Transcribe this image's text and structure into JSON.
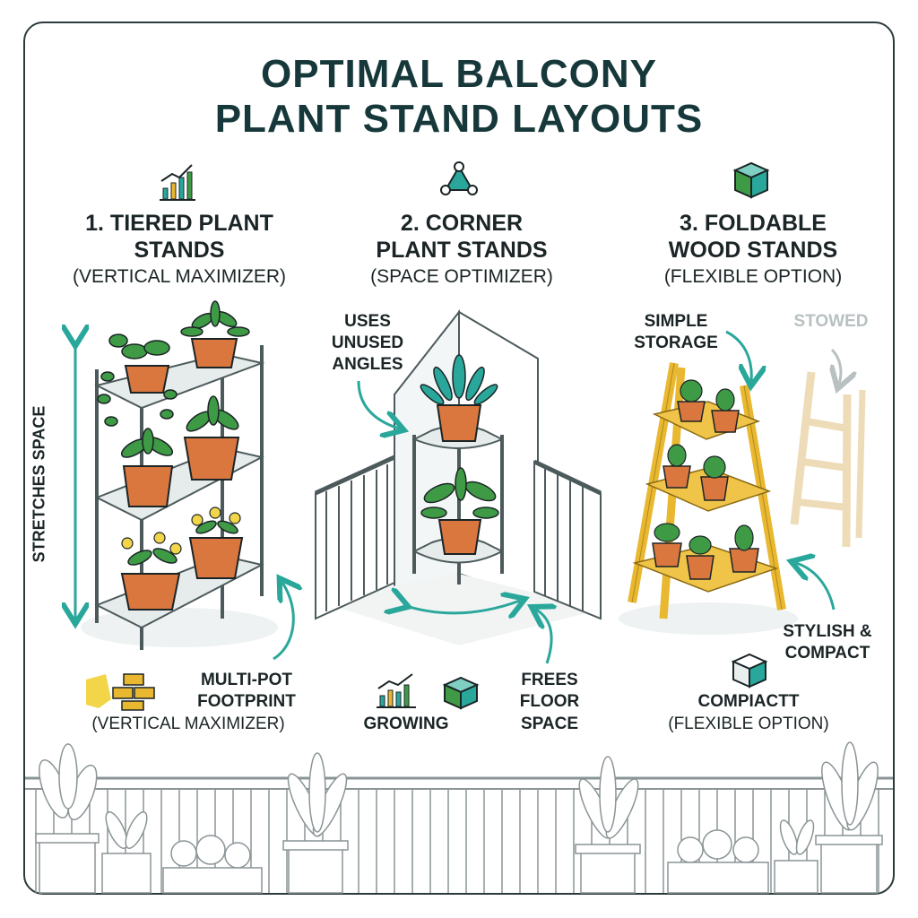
{
  "title": {
    "line1": "OPTIMAL BALCONY",
    "line2": "PLANT STAND LAYOUTS"
  },
  "columns": [
    {
      "heading_line1": "1. TIERED PLANT",
      "heading_line2": "STANDS",
      "subtitle": "(VERTICAL MAXIMIZER)",
      "icon": "growth-chart-icon"
    },
    {
      "heading_line1": "2. CORNER",
      "heading_line2": "PLANT STANDS",
      "subtitle": "(SPACE OPTIMIZER)",
      "icon": "network-triangle-icon"
    },
    {
      "heading_line1": "3. FOLDABLE",
      "heading_line2": "WOOD STANDS",
      "subtitle": "(FLEXIBLE OPTION)",
      "icon": "box-icon"
    }
  ],
  "labels": {
    "stretches_space": "STRETCHES SPACE",
    "multi_pot_1": "MULTI-POT",
    "multi_pot_2": "FOOTPRINT",
    "multi_pot_3": "(VERTICAL MAXIMIZER)",
    "uses_1": "USES",
    "uses_2": "UNUSED",
    "uses_3": "ANGLES",
    "growing": "GROWING",
    "frees_1": "FREES",
    "frees_2": "FLOOR",
    "frees_3": "SPACE",
    "simple_1": "SIMPLE",
    "simple_2": "STORAGE",
    "stowed": "STOWED",
    "stylish_1": "STYLISH &",
    "stylish_2": "COMPACT",
    "compact_1": "COMPIACTT",
    "compact_2": "(FLEXIBLE OPTION)"
  },
  "colors": {
    "title": "#17383a",
    "accent_teal": "#2aa79b",
    "pot": "#d9773f",
    "leaf": "#3f9a45",
    "wood": "#e9b830",
    "stowed_wood": "#eedcb8"
  }
}
